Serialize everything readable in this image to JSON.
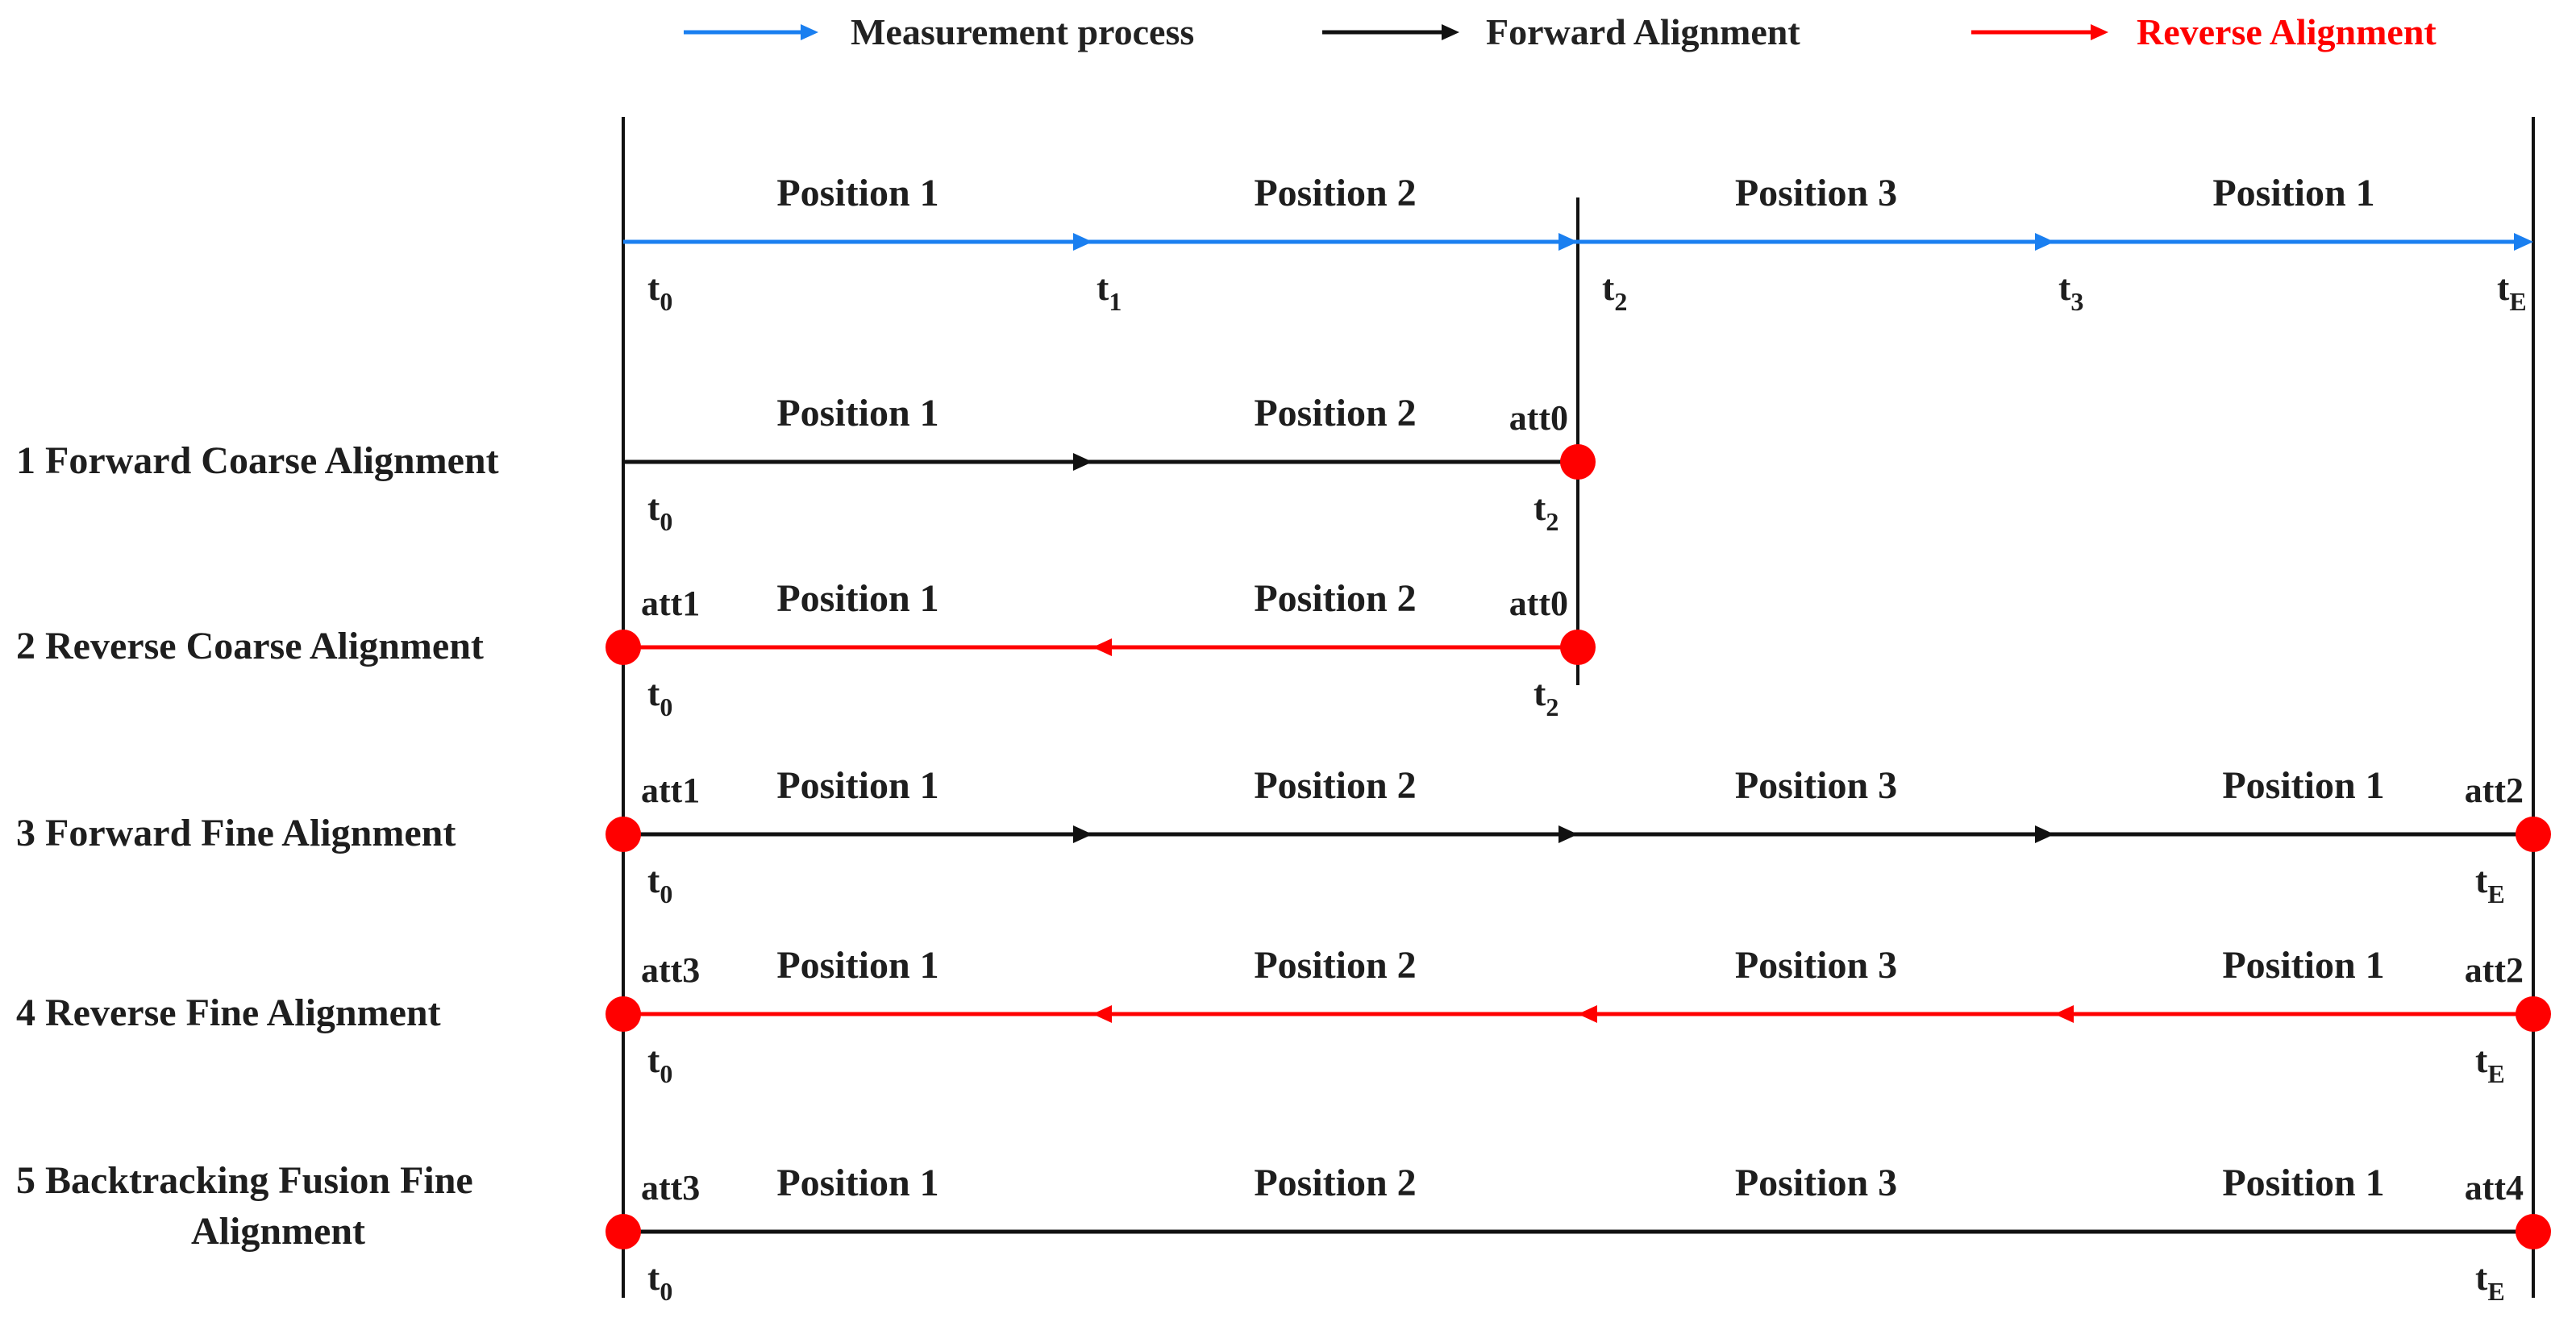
{
  "legend": [
    {
      "label": "Measurement process",
      "color": "#1a7ff0",
      "text_color": "#222222"
    },
    {
      "label": "Forward Alignment",
      "color": "#111111",
      "text_color": "#222222"
    },
    {
      "label": "Reverse  Alignment",
      "color": "#ff0000",
      "text_color": "#ff0000"
    }
  ],
  "colors": {
    "measurement": "#1a7ff0",
    "forward": "#111111",
    "reverse": "#ff0000",
    "marker": "#ff0000",
    "frame": "#111111"
  },
  "measurement": {
    "positions": [
      "Position  1",
      "Position 2",
      "Position 3",
      "Position 1"
    ],
    "times": [
      {
        "t": "t",
        "sub": "0"
      },
      {
        "t": "t",
        "sub": "1"
      },
      {
        "t": "t",
        "sub": "2"
      },
      {
        "t": "t",
        "sub": "3"
      },
      {
        "t": "t",
        "sub": "E"
      }
    ]
  },
  "rows": [
    {
      "label_lines": [
        "1  Forward Coarse Alignment"
      ],
      "direction": "forward",
      "span_segments": 2,
      "positions": [
        "Position  1",
        "Position 2"
      ],
      "start_att": "",
      "end_att": "att0",
      "start_time": {
        "t": "t",
        "sub": "0"
      },
      "end_time": {
        "t": "t",
        "sub": "2"
      },
      "start_marker": false,
      "end_marker": true
    },
    {
      "label_lines": [
        "2  Reverse Coarse Alignment"
      ],
      "direction": "reverse",
      "span_segments": 2,
      "positions": [
        "Position  1",
        "Position 2"
      ],
      "start_att": "att1",
      "end_att": "att0",
      "start_time": {
        "t": "t",
        "sub": "0"
      },
      "end_time": {
        "t": "t",
        "sub": "2"
      },
      "start_marker": true,
      "end_marker": true
    },
    {
      "label_lines": [
        "3  Forward Fine Alignment"
      ],
      "direction": "forward",
      "span_segments": 4,
      "positions": [
        "Position  1",
        "Position 2",
        "Position 3",
        "Position 1"
      ],
      "start_att": "att1",
      "end_att": "att2",
      "start_time": {
        "t": "t",
        "sub": "0"
      },
      "end_time": {
        "t": "t",
        "sub": "E"
      },
      "start_marker": true,
      "end_marker": true
    },
    {
      "label_lines": [
        "4  Reverse Fine Alignment"
      ],
      "direction": "reverse",
      "span_segments": 4,
      "positions": [
        "Position  1",
        "Position 2",
        "Position 3",
        "Position 1"
      ],
      "start_att": "att3",
      "end_att": "att2",
      "start_time": {
        "t": "t",
        "sub": "0"
      },
      "end_time": {
        "t": "t",
        "sub": "E"
      },
      "start_marker": true,
      "end_marker": true
    },
    {
      "label_lines": [
        "5  Backtracking Fusion Fine",
        "Alignment"
      ],
      "direction": "forward",
      "span_segments": 4,
      "arrowheads": false,
      "positions": [
        "Position  1",
        "Position 2",
        "Position 3",
        "Position 1"
      ],
      "start_att": "att3",
      "end_att": "att4",
      "start_time": {
        "t": "t",
        "sub": "0"
      },
      "end_time": {
        "t": "t",
        "sub": "E"
      },
      "start_marker": true,
      "end_marker": true
    }
  ]
}
